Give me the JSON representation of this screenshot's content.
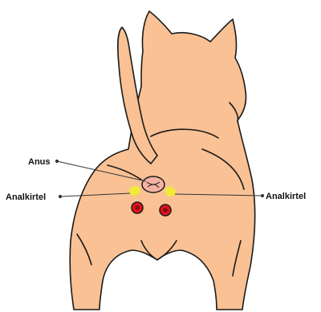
{
  "labels": {
    "anus": "Anus",
    "left_gland": "Analkirtel",
    "right_gland": "Analkirtel"
  },
  "colors": {
    "body_fill": "#f9c194",
    "outline": "#1a1a1a",
    "gland_yellow": "#f2e93a",
    "gland_red": "#e5121b",
    "anus_pink": "#f3b2a3",
    "leader_line": "#333333"
  }
}
